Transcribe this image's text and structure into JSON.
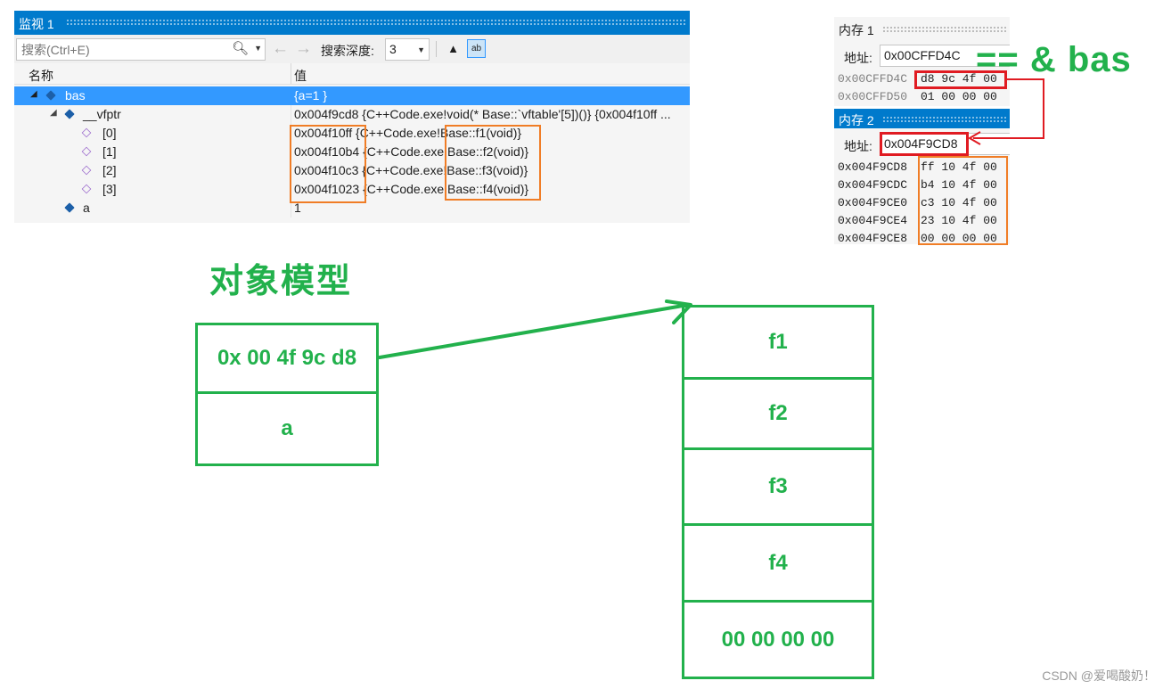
{
  "watch": {
    "title": "监视 1",
    "search_placeholder": "搜索(Ctrl+E)",
    "search_depth_label": "搜索深度:",
    "search_depth_value": "3",
    "col_name": "名称",
    "col_value": "值",
    "rows": [
      {
        "name": "bas",
        "value": "{a=1 }"
      },
      {
        "name": "__vfptr",
        "value": "0x004f9cd8 {C++Code.exe!void(* Base::`vftable'[5])()} {0x004f10ff ..."
      },
      {
        "name": "[0]",
        "value": "0x004f10ff {C++Code.exe!Base::f1(void)}"
      },
      {
        "name": "[1]",
        "value": "0x004f10b4 {C++Code.exe!Base::f2(void)}"
      },
      {
        "name": "[2]",
        "value": "0x004f10c3 {C++Code.exe!Base::f3(void)}"
      },
      {
        "name": "[3]",
        "value": "0x004f1023 {C++Code.exe!Base::f4(void)}"
      },
      {
        "name": "a",
        "value": "1"
      }
    ]
  },
  "mem1": {
    "title": "内存 1",
    "addr_label": "地址:",
    "addr_value": "0x00CFFD4C",
    "rows": [
      {
        "addr": "0x00CFFD4C",
        "bytes": "d8 9c 4f 00"
      },
      {
        "addr": "0x00CFFD50",
        "bytes": "01 00 00 00"
      }
    ]
  },
  "mem2": {
    "title": "内存 2",
    "addr_label": "地址:",
    "addr_value": "0x004F9CD8",
    "rows": [
      {
        "addr": "0x004F9CD8",
        "bytes": "ff 10 4f 00"
      },
      {
        "addr": "0x004F9CDC",
        "bytes": "b4 10 4f 00"
      },
      {
        "addr": "0x004F9CE0",
        "bytes": "c3 10 4f 00"
      },
      {
        "addr": "0x004F9CE4",
        "bytes": "23 10 4f 00"
      },
      {
        "addr": "0x004F9CE8",
        "bytes": "00 00 00 00"
      }
    ]
  },
  "annotation": {
    "equals_bas": "== & bas"
  },
  "diagram": {
    "title": "对象模型",
    "object_cells": [
      "0x 00 4f 9c d8",
      "a"
    ],
    "vtable_cells": [
      "f1",
      "f2",
      "f3",
      "f4",
      "00 00 00 00"
    ]
  },
  "watermark": "CSDN @爱喝酸奶！",
  "colors": {
    "accent": "#007acc",
    "selection": "#3399ff",
    "green": "#22b14c",
    "orange": "#f07d26",
    "red": "#e01b22"
  }
}
